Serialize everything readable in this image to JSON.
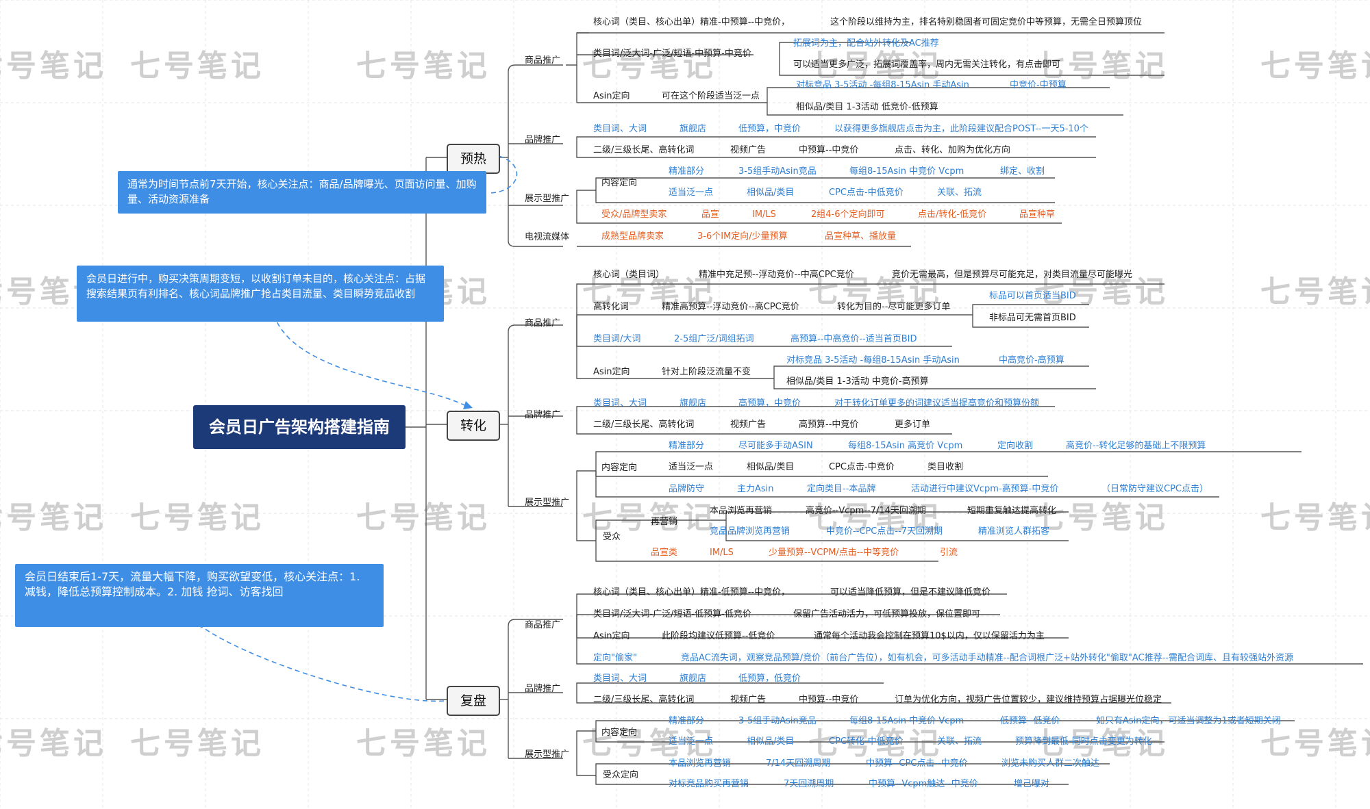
{
  "title": "会员日广告架构搭建指南",
  "watermark": "七号笔记",
  "colors": {
    "accent": "#2f7fd2",
    "warm": "#e65e1f",
    "title_bg": "#1d3a78",
    "note_bg": "#3f8ee6"
  },
  "notes": {
    "preheat": "通常为时间节点前7天开始，核心关注点：商品/品牌曝光、页面访问量、加购量、活动资源准备",
    "conversion": "会员日进行中，购买决策周期变短，以收割订单未目的，核心关注点：占据搜索结果页有利排名、核心词品牌推广抢占类目流量、类目瞬势竞品收割",
    "review": "会员日结束后1-7天，流量大幅下降，购买欲望变低，核心关注点：1. 减钱，降低总预算控制成本。2. 加钱 抢词、访客找回"
  },
  "phases": {
    "preheat": "预热",
    "conversion": "转化",
    "review": "复盘"
  },
  "labels": {
    "sp": "商品推广",
    "sb": "品牌推广",
    "sd": "展示型推广",
    "stv": "电视流媒体",
    "content": "内容定向",
    "audience": "受众",
    "audience_target": "受众定向",
    "remarketing": "再营销"
  },
  "preheat": {
    "p1": "核心词（类目、核心出单）精准-中预算--中竞价，",
    "p1b": "这个阶段以维持为主，排名特别稳固者可固定竞价中等预算，无需全日预算顶位",
    "p2": "类目词/泛大词-广泛/短语-中预算-中竞价",
    "p2a": "拓展词为主，配合站外转化及AC推荐",
    "p2b": "可以适当更多广泛，拓展词覆盖率，周内无需关注转化，有点击即可",
    "p3": "Asin定向",
    "p3a": "可在这个阶段适当泛一点",
    "p3b": "对标竞品 3-5活动 -每组8-15Asin 手动Asin",
    "p3c": "中竞价-中预算",
    "p3d": "相似品/类目 1-3活动 低竞价-低预算",
    "b1": [
      "类目词、大词",
      "旗舰店",
      "低预算，中竞价",
      "以获得更多旗舰店点击为主，此阶段建议配合POST--一天5-10个"
    ],
    "b2": [
      "二级/三级长尾、高转化词",
      "视频广告",
      "中预算--中竞价",
      "点击、转化、加购为优化方向"
    ],
    "d1": [
      "精准部分",
      "3-5组手动Asin竞品",
      "每组8-15Asin 中竞价 Vcpm",
      "绑定、收割"
    ],
    "d2": [
      "适当泛一点",
      "相似品/类目",
      "CPC点击-中低竞价",
      "关联、拓流"
    ],
    "d3": [
      "受众/品牌型卖家",
      "品宣",
      "IM/LS",
      "2组4-6个定向即可",
      "点击/转化-低竞价",
      "品宣种草"
    ],
    "tv": [
      "成熟型品牌卖家",
      "3-6个IM定向/少量预算",
      "品宣种草、播放量"
    ]
  },
  "conversion": {
    "p1": "核心词（类目词）",
    "p1a": "精准中充足预--浮动竞价--中高CPC竞价",
    "p1b": "竞价无需最高，但是预算尽可能充足，对类目流量尽可能曝光",
    "p2": "高转化词",
    "p2a": "精准高预算--浮动竞价--高CPC竞价",
    "p2b": "转化为目的--尽可能更多订单",
    "p2c": "标品可以首页适当BID",
    "p2d": "非标品可无需首页BID",
    "p3": [
      "类目词/大词",
      "2-5组广泛/词组拓词",
      "高预算--中高竞价--适当首页BID"
    ],
    "p4": "Asin定向",
    "p4a": "针对上阶段泛流量不变",
    "p4b": "对标竞品 3-5活动 -每组8-15Asin 手动Asin",
    "p4c": "中高竞价-高预算",
    "p4d": "相似品/类目 1-3活动 中竞价-高预算",
    "b1": [
      "类目词、大词",
      "旗舰店",
      "高预算，中竞价",
      "对于转化订单更多的词建议适当提高竞价和预算份额"
    ],
    "b2": [
      "二级/三级长尾、高转化词",
      "视频广告",
      "高预算--中竞价",
      "更多订单"
    ],
    "d1": [
      "精准部分",
      "尽可能多手动ASIN",
      "每组8-15Asin 高竞价 Vcpm",
      "定向收割",
      "高竞价--转化足够的基础上不限预算"
    ],
    "d2": [
      "适当泛一点",
      "相似品/类目",
      "CPC点击-中竞价",
      "类目收割"
    ],
    "d3": [
      "品牌防守",
      "主力Asin",
      "定向类目--本品牌",
      "活动进行中建议Vcpm-高预算-中竞价",
      "（日常防守建议CPC点击）"
    ],
    "r1": [
      "本品浏览再营销",
      "高竞价--Vcpm--7/14天回溯期",
      "短期重复触达提高转化"
    ],
    "r2": [
      "竞品品牌浏览再营销",
      "中竞价--CPC点击--7天回溯期",
      "精准浏览人群拓客"
    ],
    "a3": [
      "品宣类",
      "IM/LS",
      "少量预算--VCPM/点击--中等竞价",
      "引流"
    ]
  },
  "review": {
    "p1": "核心词（类目、核心出单）精准-低预算--中竞价，",
    "p1b": "可以适当降低预算，但是不建议降低竞价",
    "p2": "类目词/泛大词-广泛/短语-低预算-低竞价",
    "p2b": "保留广告活动活力，可低预算投放，保位置即可",
    "p3": "Asin定向",
    "p3a": "此阶段均建议低预算--低竞价",
    "p3b": "通常每个活动我会控制在预算10$以内，仅以保留活力为主",
    "p4": "定向\"偷家\"",
    "p4b": "竞品AC流失词，观察竞品预算/竞价（前台广告位），如有机会，可多活动手动精准--配合词根广泛+站外转化\"偷取\"AC推荐--需配合词库、且有较强站外资源",
    "b1": [
      "类目词、大词",
      "旗舰店",
      "低预算，低竞价"
    ],
    "b2": [
      "二级/三级长尾、高转化词",
      "视频广告",
      "中预算--中竞价",
      "订单为优化方向，视频广告位置较少，建议维持预算占据曝光位稳定"
    ],
    "d1": [
      "精准部分",
      "3-5组手动Asin竞品",
      "每组8-15Asin 中竞价 Vcpm",
      "低预算--低竞价",
      "如只有Asin定向，可适当调整为1或者短期关闭"
    ],
    "d2": [
      "适当泛一点",
      "相似品/类目",
      "CPC转化-中低竞价",
      "关联、拓流",
      "预算降到最低-同时点击变更为转化"
    ],
    "a1": [
      "本品浏览再营销",
      "7/14天回溯周期",
      "中预算--CPC点击--中竞价",
      "浏览未购买人群二次触达"
    ],
    "a2": [
      "对标竞品购买再营销",
      "7天回溯周期",
      "中预算--Vcpm触达--中竞价",
      "增己曝对"
    ]
  }
}
